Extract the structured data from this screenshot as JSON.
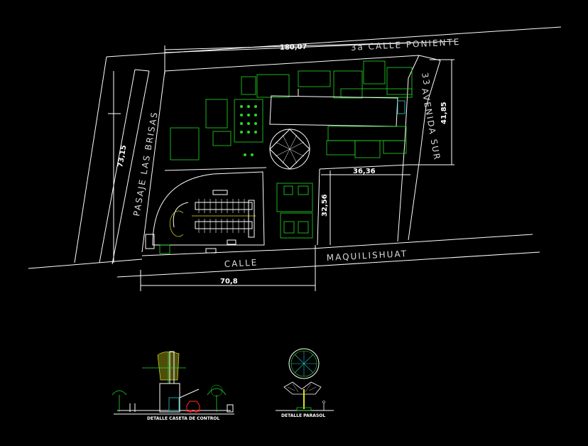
{
  "streets": {
    "north": "3a CALLE PONIENTE",
    "east_line1": "33",
    "east_line2": "AVENIDA SUR",
    "west": "PASAJE LAS BRISAS",
    "south_1": "CALLE",
    "south_2": "MAQUILISHUAT"
  },
  "dimensions": {
    "top": "180,07",
    "right": "41,85",
    "left": "73,15",
    "inner_horizontal": "36,36",
    "inner_vertical": "32,56",
    "bottom": "70,8"
  },
  "details": {
    "gatehouse": "DETALLE CASETA DE CONTROL",
    "parasol": "DETALLE PARASOL"
  },
  "colors": {
    "background": "#000000",
    "lines": "#ffffff",
    "building": "#22dd22",
    "furniture": "#e0e020",
    "accent": "#22cccc",
    "vehicle": "#e02020"
  }
}
